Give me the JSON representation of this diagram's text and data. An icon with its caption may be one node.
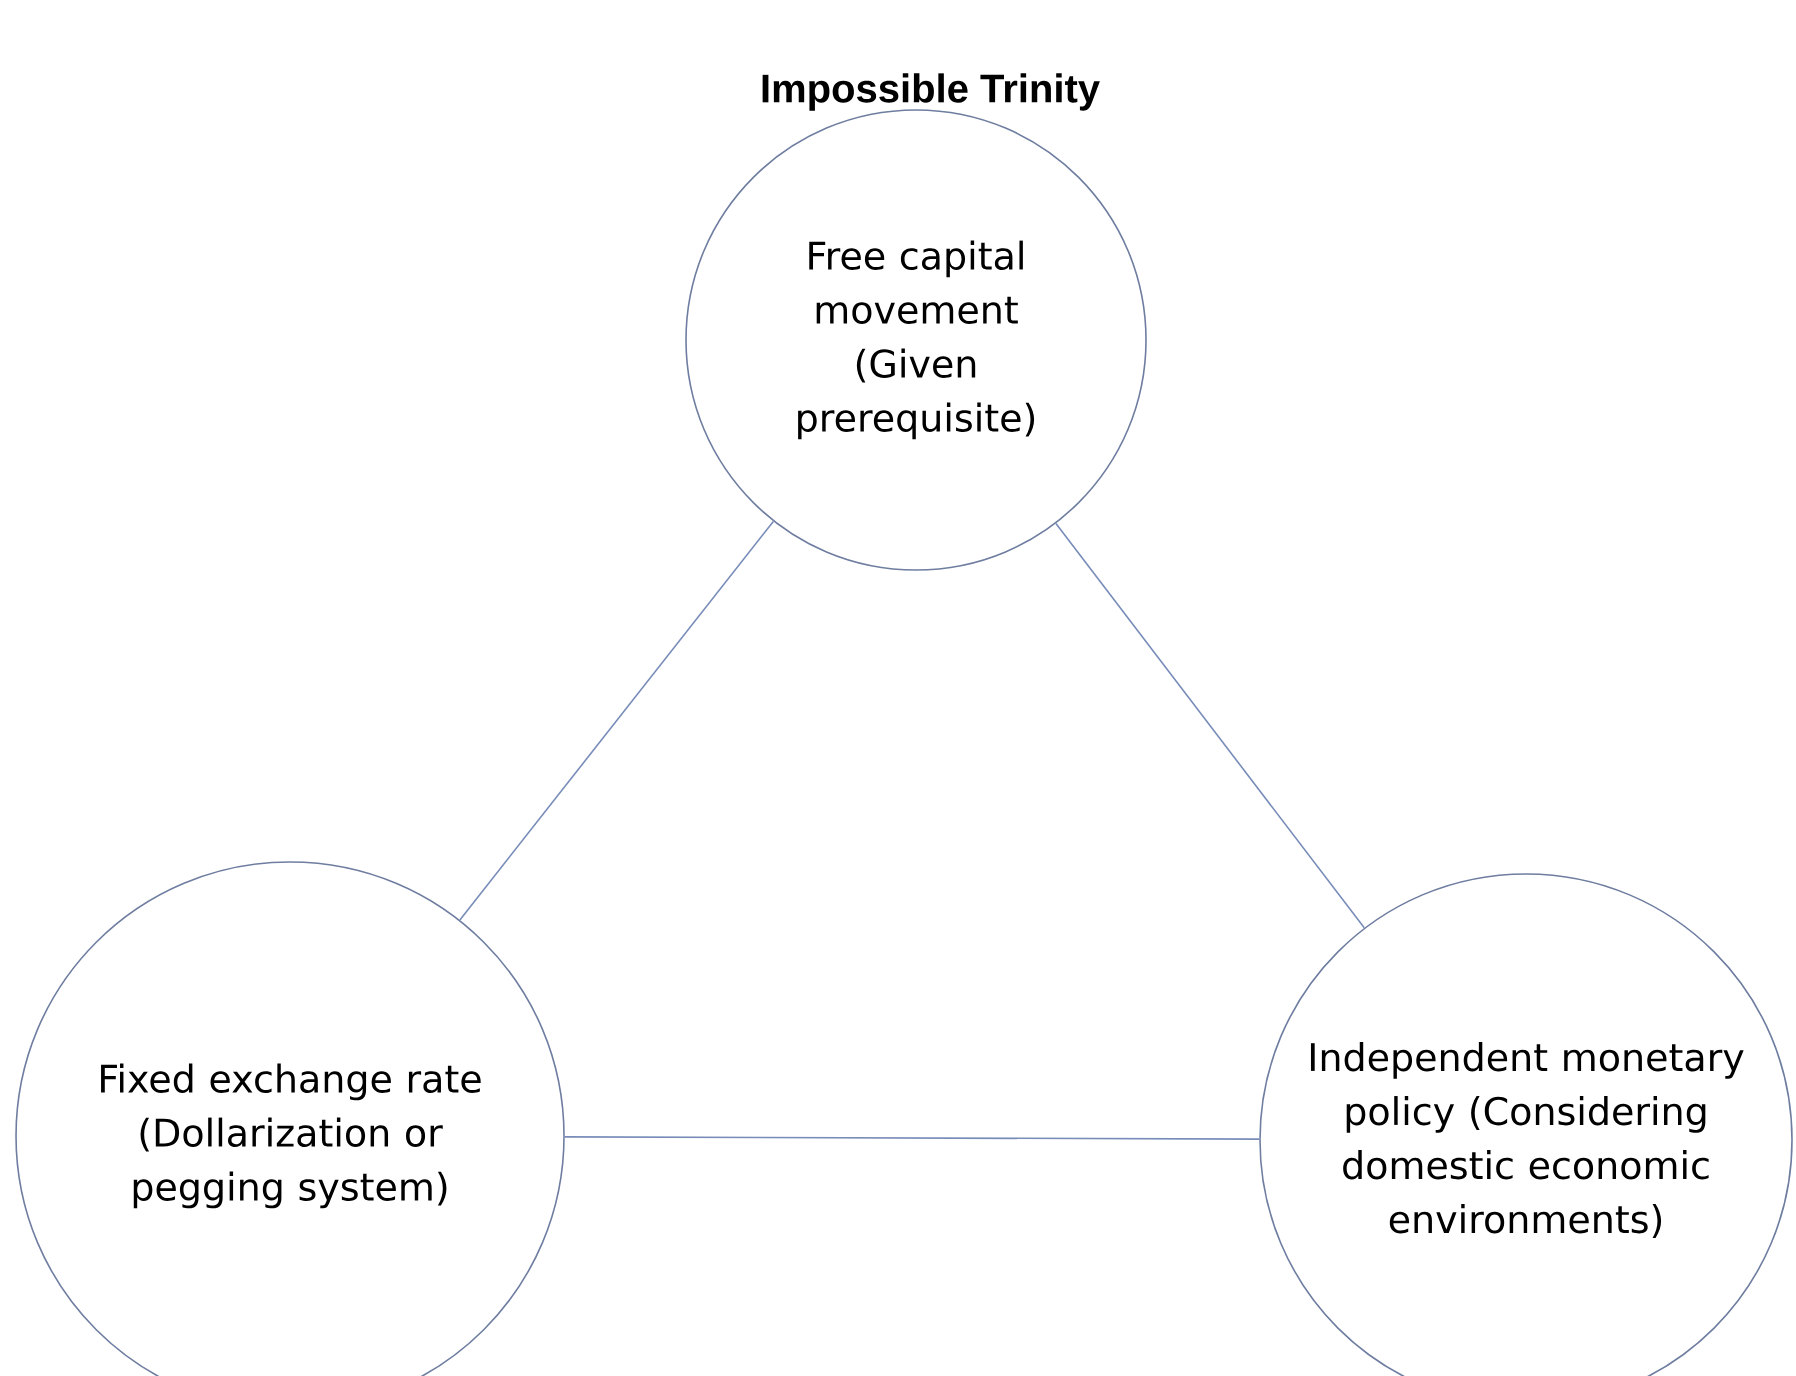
{
  "diagram": {
    "title": "Impossible Trinity",
    "nodes": [
      {
        "text": [
          "Free capital movement (Given prerequisite)"
        ]
      },
      {
        "text": [
          "Fixed exchange rate (Dollarization or pegging system)"
        ]
      },
      {
        "text": [
          "Independent monetary policy (Considering domestic economic environments)"
        ]
      }
    ],
    "edges": [
      {
        "from": 0,
        "to": 1,
        "arrow": "none"
      },
      {
        "from": 0,
        "to": 2,
        "arrow": "none"
      },
      {
        "from": 1,
        "to": 2,
        "arrow": "none"
      }
    ]
  }
}
